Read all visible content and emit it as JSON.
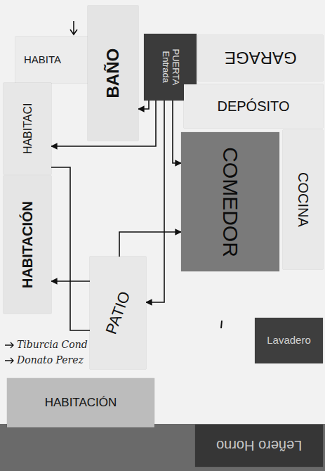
{
  "diagram": {
    "nodes": [
      {
        "text": [
          "HABITA"
        ]
      },
      {
        "text": [
          "BAÑO"
        ]
      },
      {
        "text": [
          "PUERTA Entrada"
        ]
      },
      {
        "text": [
          "GARAGE"
        ]
      },
      {
        "text": [
          "HABITACI"
        ]
      },
      {
        "text": [
          "DEPÓSITO"
        ]
      },
      {
        "text": [
          "COMEDOR"
        ]
      },
      {
        "text": [
          "COCINA"
        ]
      },
      {
        "text": [
          "HABITACIÓN"
        ]
      },
      {
        "text": [
          "PATIO"
        ]
      },
      {
        "text": [
          "Lavadero"
        ]
      },
      {
        "text": [
          "HABITACIÓN"
        ]
      },
      {
        "text": [
          "Leñero Horno"
        ]
      }
    ],
    "edges": [
      {
        "from": 2,
        "to": 1,
        "arrow": "to"
      },
      {
        "from": 2,
        "to": 4,
        "arrow": "to"
      },
      {
        "from": 2,
        "to": 9,
        "arrow": "to"
      },
      {
        "from": 2,
        "to": 6,
        "arrow": "to"
      },
      {
        "from": 9,
        "to": 8,
        "arrow": "to"
      },
      {
        "from": 9,
        "to": 6,
        "arrow": "to"
      },
      {
        "from": 4,
        "to": 9,
        "arrow": "none"
      }
    ],
    "labels": [
      "Tiburcia Cond",
      "Donato Perez"
    ]
  }
}
